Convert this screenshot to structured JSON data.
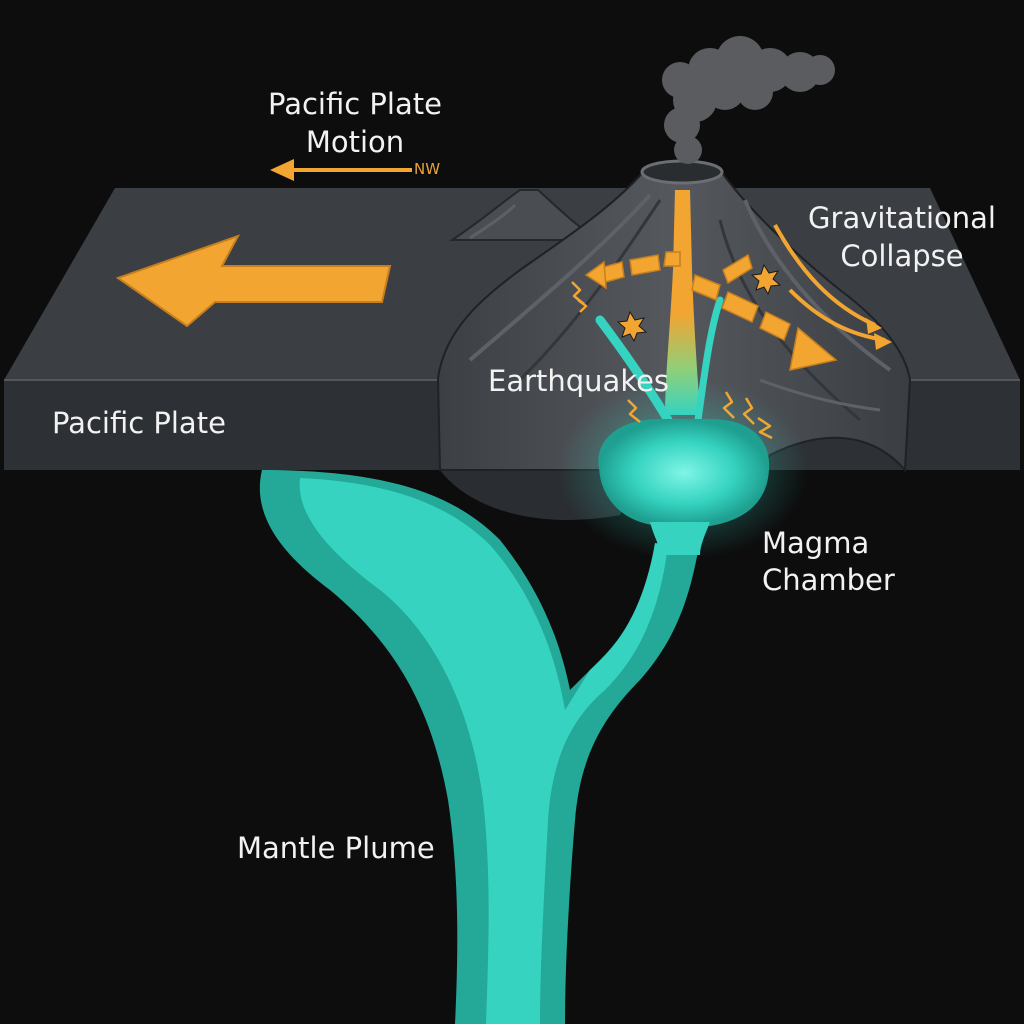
{
  "labels": {
    "motion_line1": "Pacific Plate",
    "motion_line2": "Motion",
    "motion_direction": "NW",
    "plate": "Pacific Plate",
    "collapse_line1": "Gravitational",
    "collapse_line2": "Collapse",
    "earthquakes": "Earthquakes",
    "chamber_line1": "Magma",
    "chamber_line2": "Chamber",
    "plume": "Mantle Plume"
  },
  "colors": {
    "background": "#0d0d0d",
    "plate_top": "#3b3f44",
    "plate_side": "#2d3135",
    "volcano": "#464a4f",
    "magma": "#35d3c0",
    "magma_dark": "#24a898",
    "arrow": "#f2a531",
    "smoke": "#5a5c5f",
    "text": "#f2f2f2"
  }
}
